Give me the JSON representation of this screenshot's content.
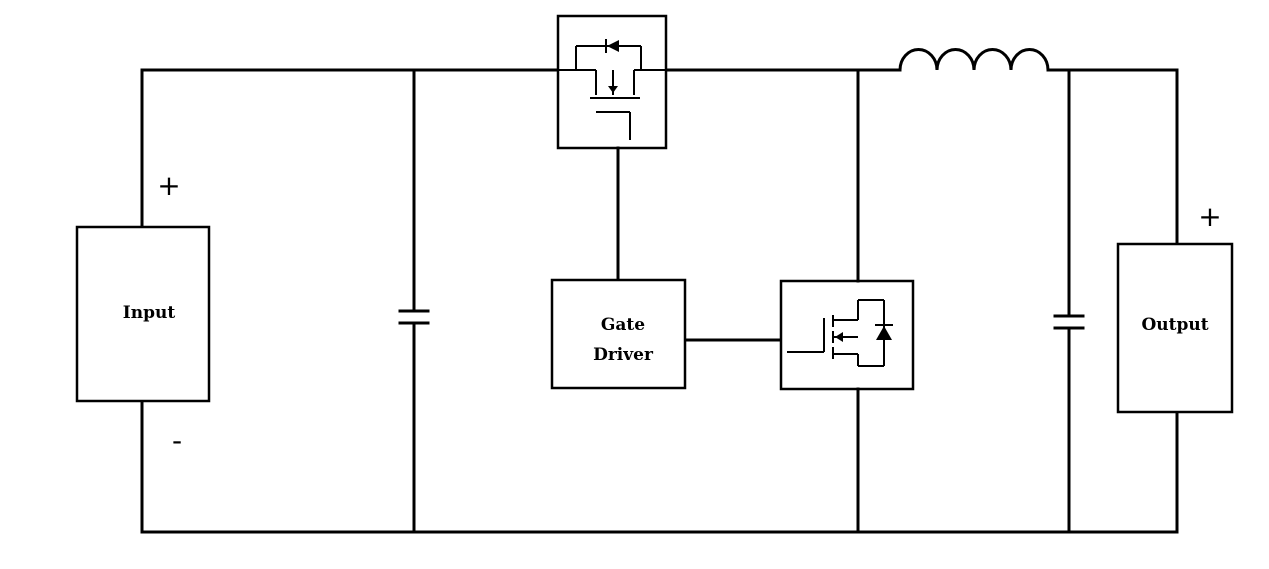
{
  "diagram": {
    "input_label": "Input",
    "output_label": "Output",
    "gate_driver_line1": "Gate",
    "gate_driver_line2": "Driver",
    "input_plus": "+",
    "input_minus": "-",
    "output_plus": "+"
  }
}
